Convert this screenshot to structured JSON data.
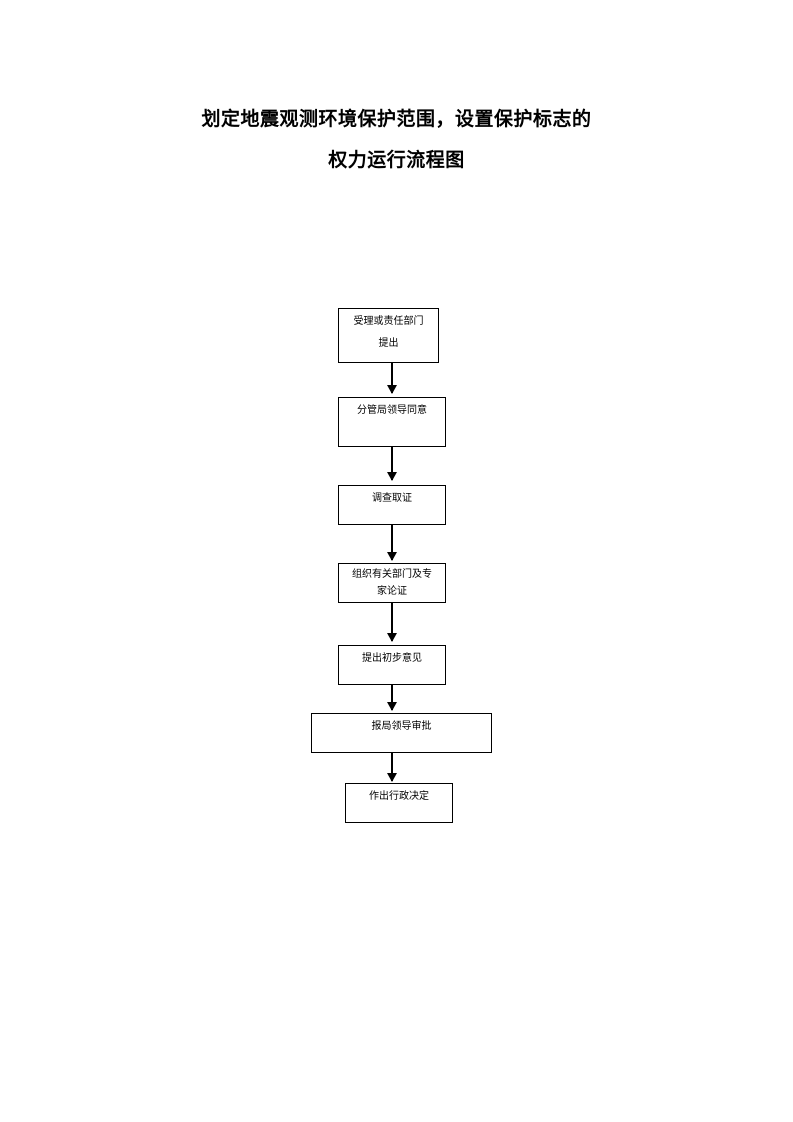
{
  "title": {
    "line1": "划定地震观测环境保护范围，设置保护标志的",
    "line2": "权力运行流程图"
  },
  "flow": {
    "steps": [
      {
        "lines": [
          "受理或责任部门",
          "提出"
        ]
      },
      {
        "lines": [
          "分管局领导同意"
        ]
      },
      {
        "lines": [
          "调查取证"
        ]
      },
      {
        "lines": [
          "组织有关部门及专",
          "家论证"
        ]
      },
      {
        "lines": [
          "提出初步意见"
        ]
      },
      {
        "lines": [
          "报局领导审批"
        ]
      },
      {
        "lines": [
          "作出行政决定"
        ]
      }
    ]
  }
}
